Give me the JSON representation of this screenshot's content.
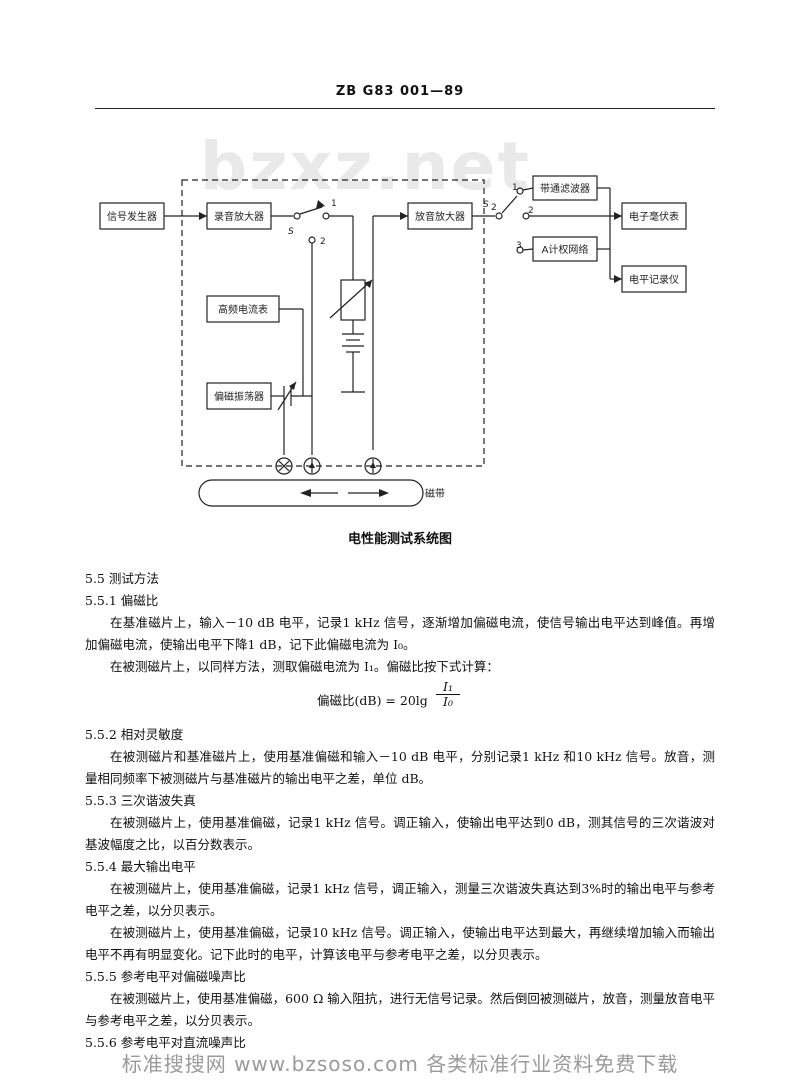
{
  "header": {
    "code": "ZB G83 001—89"
  },
  "watermark_top": "bzxz.net",
  "diagram": {
    "boxes": {
      "signal_generator": "信号发生器",
      "record_amplifier": "录音放大器",
      "playback_amplifier": "放音放大器",
      "bandpass_filter": "带通滤波器",
      "a_weighting": "A计权网络",
      "millivoltmeter": "电子毫伏表",
      "level_recorder": "电平记录仪",
      "hf_current_meter": "高频电流表",
      "bias_oscillator": "偏磁振荡器"
    },
    "switch_labels": {
      "s1": "S",
      "s2": "S",
      "s2_sub": "2"
    },
    "numbers": {
      "n1a": "1",
      "n2a": "2",
      "n1b": "1",
      "n2b": "2",
      "n3b": "3"
    },
    "tape_label": "磁带",
    "caption": "电性能测试系统图"
  },
  "sections": {
    "s55": "5.5  测试方法",
    "s551": "5.5.1  偏磁比",
    "s551_p1": "在基准磁片上，输入－10 dB 电平，记录1 kHz 信号，逐渐增加偏磁电流，使信号输出电平达到峰值。再增加偏磁电流，使输出电平下降1 dB，记下此偏磁电流为 I₀。",
    "s551_p2": "在被测磁片上，以同样方法，测取偏磁电流为 I₁。偏磁比按下式计算：",
    "formula": {
      "lhs": "偏磁比(dB) = 20lg",
      "num": "I₁",
      "den": "I₀"
    },
    "s552": "5.5.2  相对灵敏度",
    "s552_p1": "在被测磁片和基准磁片上，使用基准偏磁和输入－10 dB 电平，分别记录1 kHz 和10 kHz 信号。放音，测量相同频率下被测磁片与基准磁片的输出电平之差，单位 dB。",
    "s553": "5.5.3  三次谐波失真",
    "s553_p1": "在被测磁片上，使用基准偏磁，记录1 kHz 信号。调正输入，使输出电平达到0 dB，测其信号的三次谐波对基波幅度之比，以百分数表示。",
    "s554": "5.5.4  最大输出电平",
    "s554_p1": "在被测磁片上，使用基准偏磁，记录1 kHz 信号，调正输入，测量三次谐波失真达到3%时的输出电平与参考电平之差，以分贝表示。",
    "s554_p2": "在被测磁片上，使用基准偏磁，记录10 kHz 信号。调正输入，使输出电平达到最大，再继续增加输入而输出电平不再有明显变化。记下此时的电平，计算该电平与参考电平之差，以分贝表示。",
    "s555": "5.5.5  参考电平对偏磁噪声比",
    "s555_p1": "在被测磁片上，使用基准偏磁，600 Ω 输入阻抗，进行无信号记录。然后倒回被测磁片，放音，测量放音电平与参考电平之差，以分贝表示。",
    "s556": "5.5.6  参考电平对直流噪声比"
  },
  "footer_watermark": "标准搜搜网 www.bzsoso.com 各类标准行业资料免费下载"
}
